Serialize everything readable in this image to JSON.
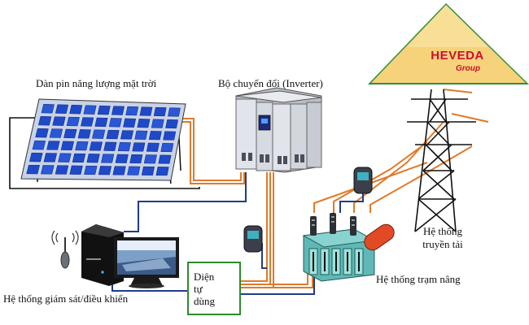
{
  "labels": {
    "solar_panels": "Dàn pin năng lượng mặt trời",
    "inverter": "Bộ chuyển đổi (Inverter)",
    "monitoring": "Hệ thống giám sát/điều khiển",
    "self_use": "Diện\ntự\ndùng",
    "step_up": "Hệ thống trạm nâng",
    "transmission": "Hệ thống\ntruyền tải"
  },
  "logo": {
    "name": "HEVEDA",
    "sub": "Group"
  },
  "colors": {
    "logo_triangle": "#f5d27a",
    "logo_text": "#c8102e",
    "logo_shadow": "#2f8f3a",
    "dc_wire": "#e07a2a",
    "signal_wire": "#1f3c8c",
    "panel_blue": "#1f49c8",
    "inverter_gray": "#d4d7de",
    "transformer_teal": "#5fb8b6",
    "self_use_border": "#2e8b2e"
  }
}
